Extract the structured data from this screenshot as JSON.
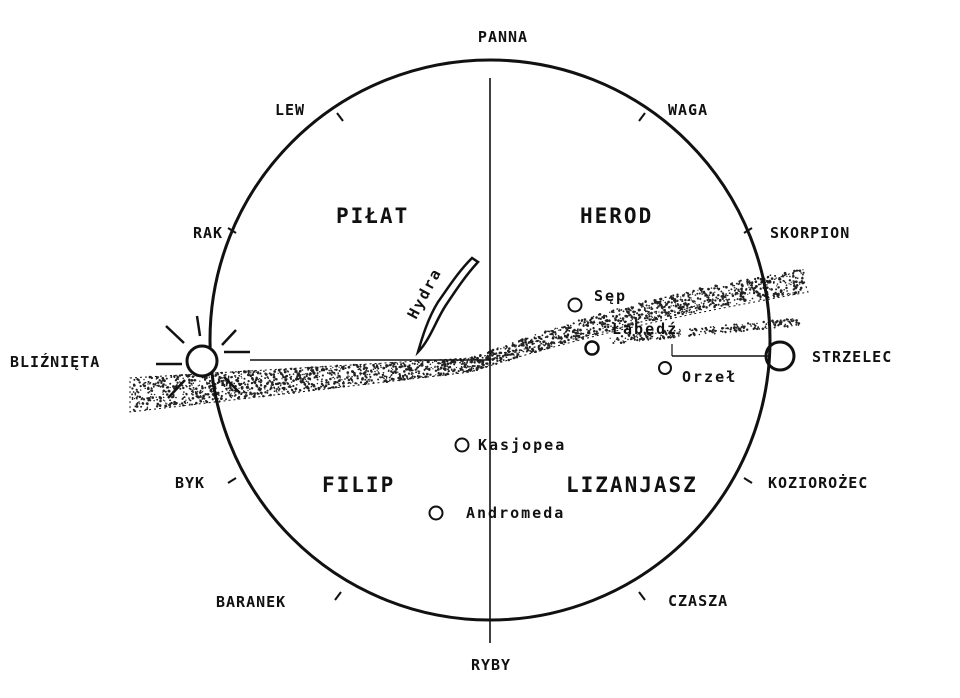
{
  "zodiac": {
    "top": "PANNA",
    "bottom": "RYBY",
    "lew": "LEW",
    "waga": "WAGA",
    "rak": "RAK",
    "skorpion": "SKORPION",
    "bliznieta": "BLIŹNIĘTA",
    "strzelec": "STRZELEC",
    "byk": "BYK",
    "koziorozec": "KOZIOROŻEC",
    "baranek": "BARANEK",
    "czasza": "CZASZA"
  },
  "quadrants": {
    "upper_left": "PIŁAT",
    "upper_right": "HEROD",
    "lower_left": "FILIP",
    "lower_right": "LIZANJASZ"
  },
  "constellations": {
    "hydra": "Hydra",
    "sep": "Sęp",
    "labedz": "Łabędź",
    "orzel": "Orzeł",
    "kasjopea": "Kasjopea",
    "andromeda": "Andromeda"
  }
}
